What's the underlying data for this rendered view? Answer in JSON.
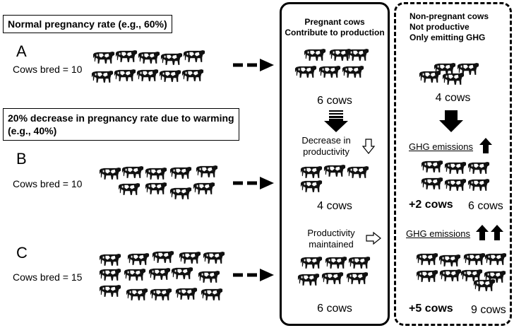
{
  "scenarios": {
    "normal_label": "Normal pregnancy rate (e.g., 60%)",
    "warming_label_line1": "20% decrease in pregnancy rate due to warming",
    "warming_label_line2": "(e.g., 40%)"
  },
  "rows": [
    {
      "letter": "A",
      "bred": "Cows bred = 10",
      "pregnant_count": "6 cows",
      "nonpregnant_count": "4 cows"
    },
    {
      "letter": "B",
      "bred": "Cows bred = 10",
      "pregnant_count": "4 cows",
      "nonpregnant_count": "6 cows",
      "nonpregnant_extra": "+2 cows"
    },
    {
      "letter": "C",
      "bred": "Cows bred = 15",
      "pregnant_count": "6 cows",
      "nonpregnant_count": "9 cows",
      "nonpregnant_extra": "+5 cows"
    }
  ],
  "pregnant_panel": {
    "header_line1": "Pregnant cows",
    "header_line2": "Contribute to production",
    "decrease_line1": "Decrease in",
    "decrease_line2": "productivity",
    "maintained_line1": "Productivity",
    "maintained_line2": "maintained"
  },
  "nonpregnant_panel": {
    "header_line1": "Non-pregnant cows",
    "header_line2": "Not productive",
    "header_line3": "Only emitting GHG",
    "ghg_label_b": "GHG emissions",
    "ghg_label_c": "GHG emissions"
  },
  "herd_sizes": {
    "A_bred": 10,
    "A_pregnant": 6,
    "A_nonpregnant": 4,
    "B_bred": 10,
    "B_pregnant": 4,
    "B_nonpregnant": 6,
    "C_bred": 15,
    "C_pregnant": 6,
    "C_nonpregnant": 9
  },
  "icons": [
    "cow-icon",
    "dashed-arrow-icon",
    "down-arrow-icon",
    "outline-arrow-icon",
    "up-arrow-icon"
  ]
}
